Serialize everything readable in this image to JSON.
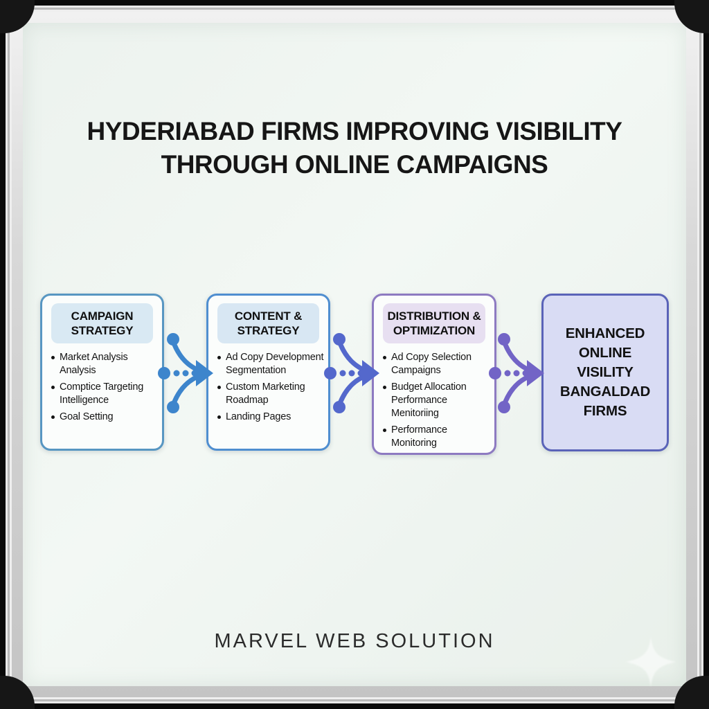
{
  "title": {
    "line1": "HYDERIABAD FIRMS IMPROVING VISIBILITY",
    "line2": "THROUGH ONLINE CAMPAIGNS"
  },
  "flow": {
    "boxes": [
      {
        "header": "CAMPAIGN STRATEGY",
        "bullets": [
          "Market Analysis Analysis",
          "Comptice Targeting Intelligence",
          "Goal Setting"
        ],
        "accent": "#5796c2",
        "header_bg": "#d9e9f3"
      },
      {
        "header": "CONTENT & STRATEGY",
        "bullets": [
          "Ad Copy Development Segmentation",
          "Custom Marketing Roadmap",
          "Landing Pages"
        ],
        "accent": "#4f8ed0",
        "header_bg": "#d8e7f3"
      },
      {
        "header": "DISTRIBUTION & OPTIMIZATION",
        "bullets": [
          "Ad Copy Selection Campaigns",
          "Budget Allocation Performance Menitoriing",
          "Performance Monitoring"
        ],
        "accent": "#8d7ac1",
        "header_bg": "#e7dff1"
      },
      {
        "lines": [
          "ENHANCED",
          "ONLINE",
          "VISILITY",
          "BANGALDAD",
          "FIRMS"
        ],
        "accent": "#5a63b8",
        "fill": "#d9dcf4"
      }
    ],
    "arrows": [
      {
        "color": "#3d85cc"
      },
      {
        "color": "#5468cc"
      },
      {
        "color": "#7264c6"
      }
    ]
  },
  "footer": {
    "brand": "MARVEL WEB SOLUTION"
  },
  "watermark_icon": "sparkle"
}
